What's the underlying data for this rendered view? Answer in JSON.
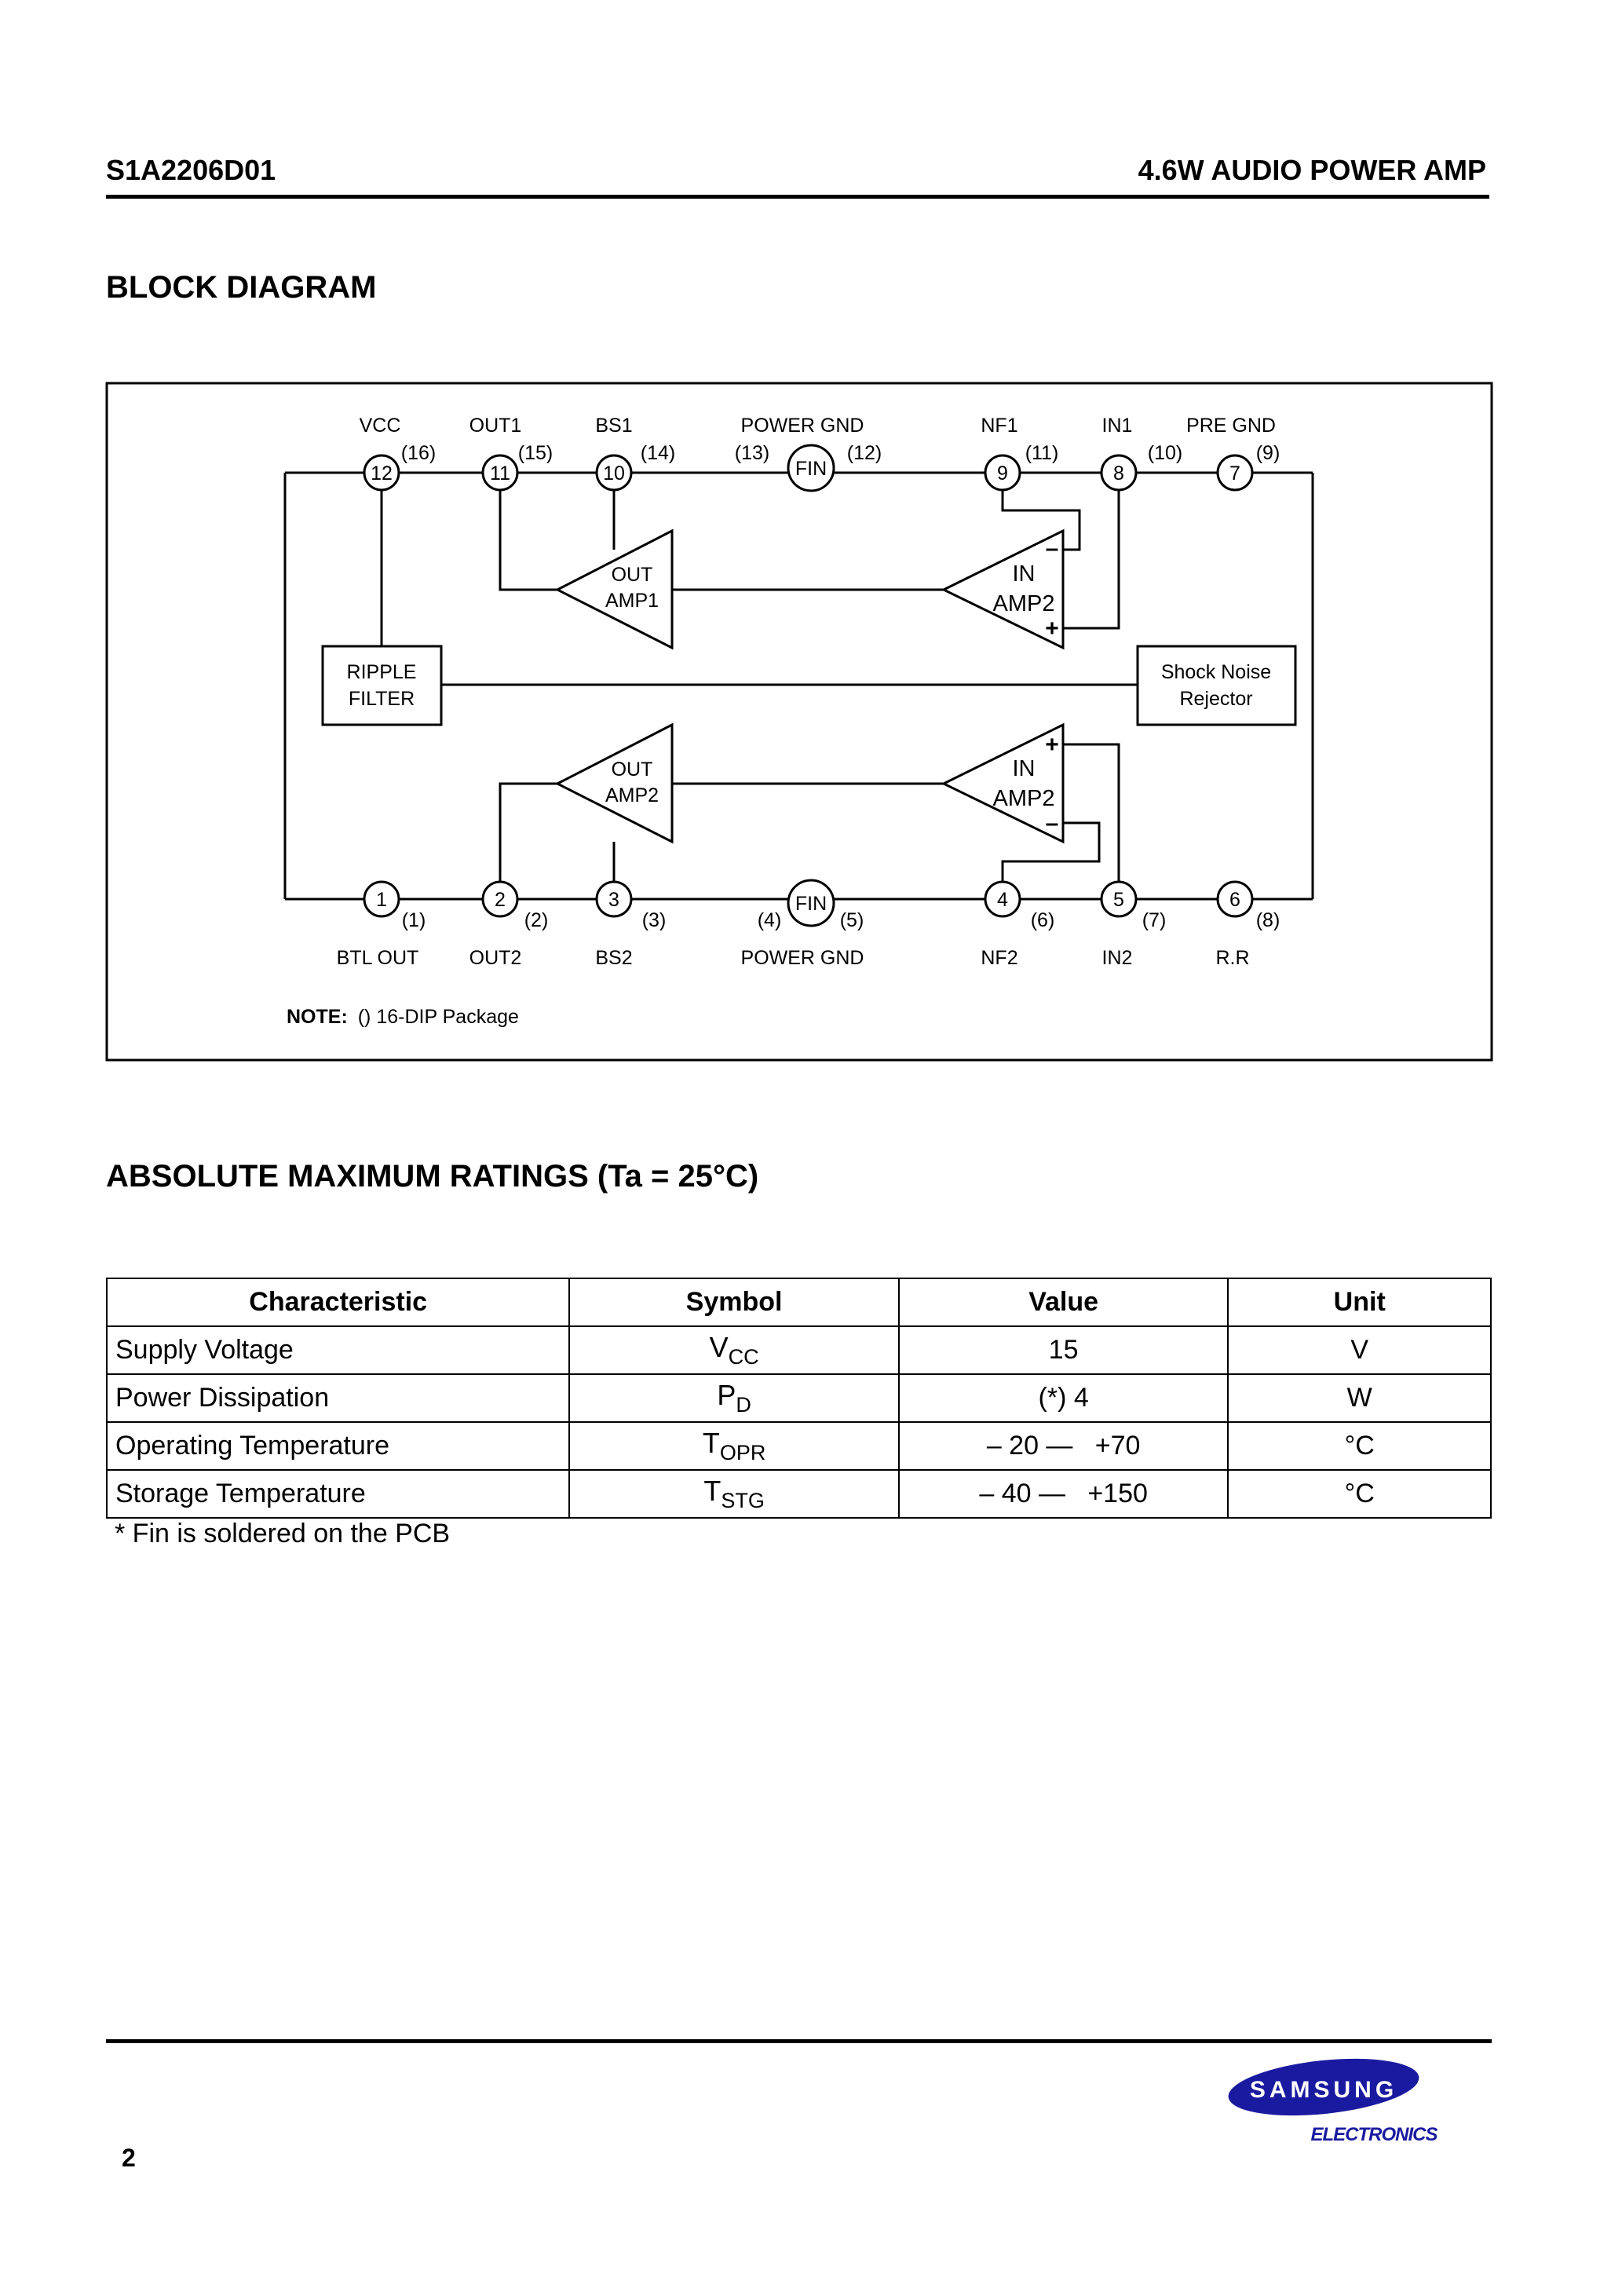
{
  "header": {
    "part_number": "S1A2206D01",
    "product_title": "4.6W AUDIO POWER AMP"
  },
  "block_diagram": {
    "heading": "BLOCK DIAGRAM",
    "top_labels": [
      "VCC",
      "OUT1",
      "BS1",
      "POWER GND",
      "NF1",
      "IN1",
      "PRE GND"
    ],
    "top_pins": [
      "12",
      "11",
      "10",
      "FIN",
      "9",
      "8",
      "7"
    ],
    "top_dip_pins": [
      "(16)",
      "(15)",
      "(14)",
      "(13)",
      "(12)",
      "(11)",
      "(10)",
      "(9)"
    ],
    "bottom_labels": [
      "BTL OUT",
      "OUT2",
      "BS2",
      "POWER GND",
      "NF2",
      "IN2",
      "R.R"
    ],
    "bottom_pins": [
      "1",
      "2",
      "3",
      "FIN",
      "4",
      "5",
      "6"
    ],
    "bottom_dip_pins": [
      "(1)",
      "(2)",
      "(3)",
      "(4)",
      "(5)",
      "(6)",
      "(7)",
      "(8)"
    ],
    "blocks": {
      "out_amp1": [
        "OUT",
        "AMP1"
      ],
      "in_amp_top": [
        "IN",
        "AMP2"
      ],
      "out_amp2": [
        "OUT",
        "AMP2"
      ],
      "in_amp_bottom": [
        "IN",
        "AMP2"
      ],
      "ripple_filter": [
        "RIPPLE",
        "FILTER"
      ],
      "shock_noise": [
        "Shock Noise",
        "Rejector"
      ]
    },
    "signs": {
      "minus": "–",
      "plus": "+"
    },
    "note_label": "NOTE:",
    "note_text": "() 16-DIP Package"
  },
  "ratings": {
    "heading": "ABSOLUTE MAXIMUM RATINGS (Ta = 25°C)",
    "columns": [
      "Characteristic",
      "Symbol",
      "Value",
      "Unit"
    ],
    "rows": [
      {
        "characteristic": "Supply Voltage",
        "symbol": "V",
        "symbol_sub": "CC",
        "value": "15",
        "unit": "V"
      },
      {
        "characteristic": "Power Dissipation",
        "symbol": "P",
        "symbol_sub": "D",
        "value": "(*) 4",
        "unit": "W"
      },
      {
        "characteristic": "Operating Temperature",
        "symbol": "T",
        "symbol_sub": "OPR",
        "value": "– 20 —   +70",
        "unit": "°C"
      },
      {
        "characteristic": "Storage Temperature",
        "symbol": "T",
        "symbol_sub": "STG",
        "value": "– 40 —   +150",
        "unit": "°C"
      }
    ],
    "footnote": "* Fin is soldered on the PCB"
  },
  "footer": {
    "page_number": "2",
    "logo_text": "SAMSUNG",
    "logo_subtext": "ELECTRONICS",
    "logo_color": "#1a1aa0"
  }
}
